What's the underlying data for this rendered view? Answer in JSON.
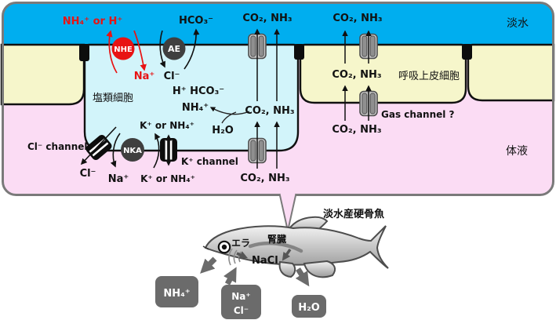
{
  "colors": {
    "freshwater_blue": "#00AEEF",
    "body_fluid_pink": "#FBDCF4",
    "cell_cream": "#F6F6CB",
    "chloride_cell_cyan": "#D2F4FA",
    "nhe_red": "#E81313",
    "transporter_dark": "#3F3F3F",
    "excretion_box_gray": "#6B6B6B"
  },
  "regions": {
    "freshwater": "淡水",
    "body_fluid": "体液",
    "chloride_cell": "塩類細胞",
    "respiratory_cell": "呼吸上皮細胞"
  },
  "transporters": {
    "nhe": {
      "label": "NHE",
      "efflux": "NH₄⁺ or H⁺",
      "influx": "Na⁺"
    },
    "ae": {
      "label": "AE",
      "efflux": "HCO₃⁻",
      "influx": "Cl⁻"
    },
    "nka": {
      "label": "NKA",
      "efflux": "Na⁺",
      "influx_top": "K⁺ or NH₄⁺",
      "influx_bottom": "K⁺ or NH₄⁺"
    }
  },
  "channels": {
    "cl": {
      "label": "Cl⁻ channel",
      "ion": "Cl⁻"
    },
    "k": {
      "label": "K⁺ channel"
    },
    "gas": {
      "label": "Gas channel ?",
      "molecules": "CO₂, NH₃"
    }
  },
  "cell_chemistry": {
    "h_hco3": "H⁺ HCO₃⁻",
    "nh4": "NH₄⁺",
    "h2o": "H₂O"
  },
  "fish": {
    "title": "淡水産硬骨魚",
    "gill": "エラ",
    "kidney": "腎臓",
    "nacl": "NaCl",
    "excreted_nh4": "NH₄⁺",
    "uptake_na": "Na⁺",
    "uptake_cl": "Cl⁻",
    "excreted_h2o": "H₂O"
  }
}
